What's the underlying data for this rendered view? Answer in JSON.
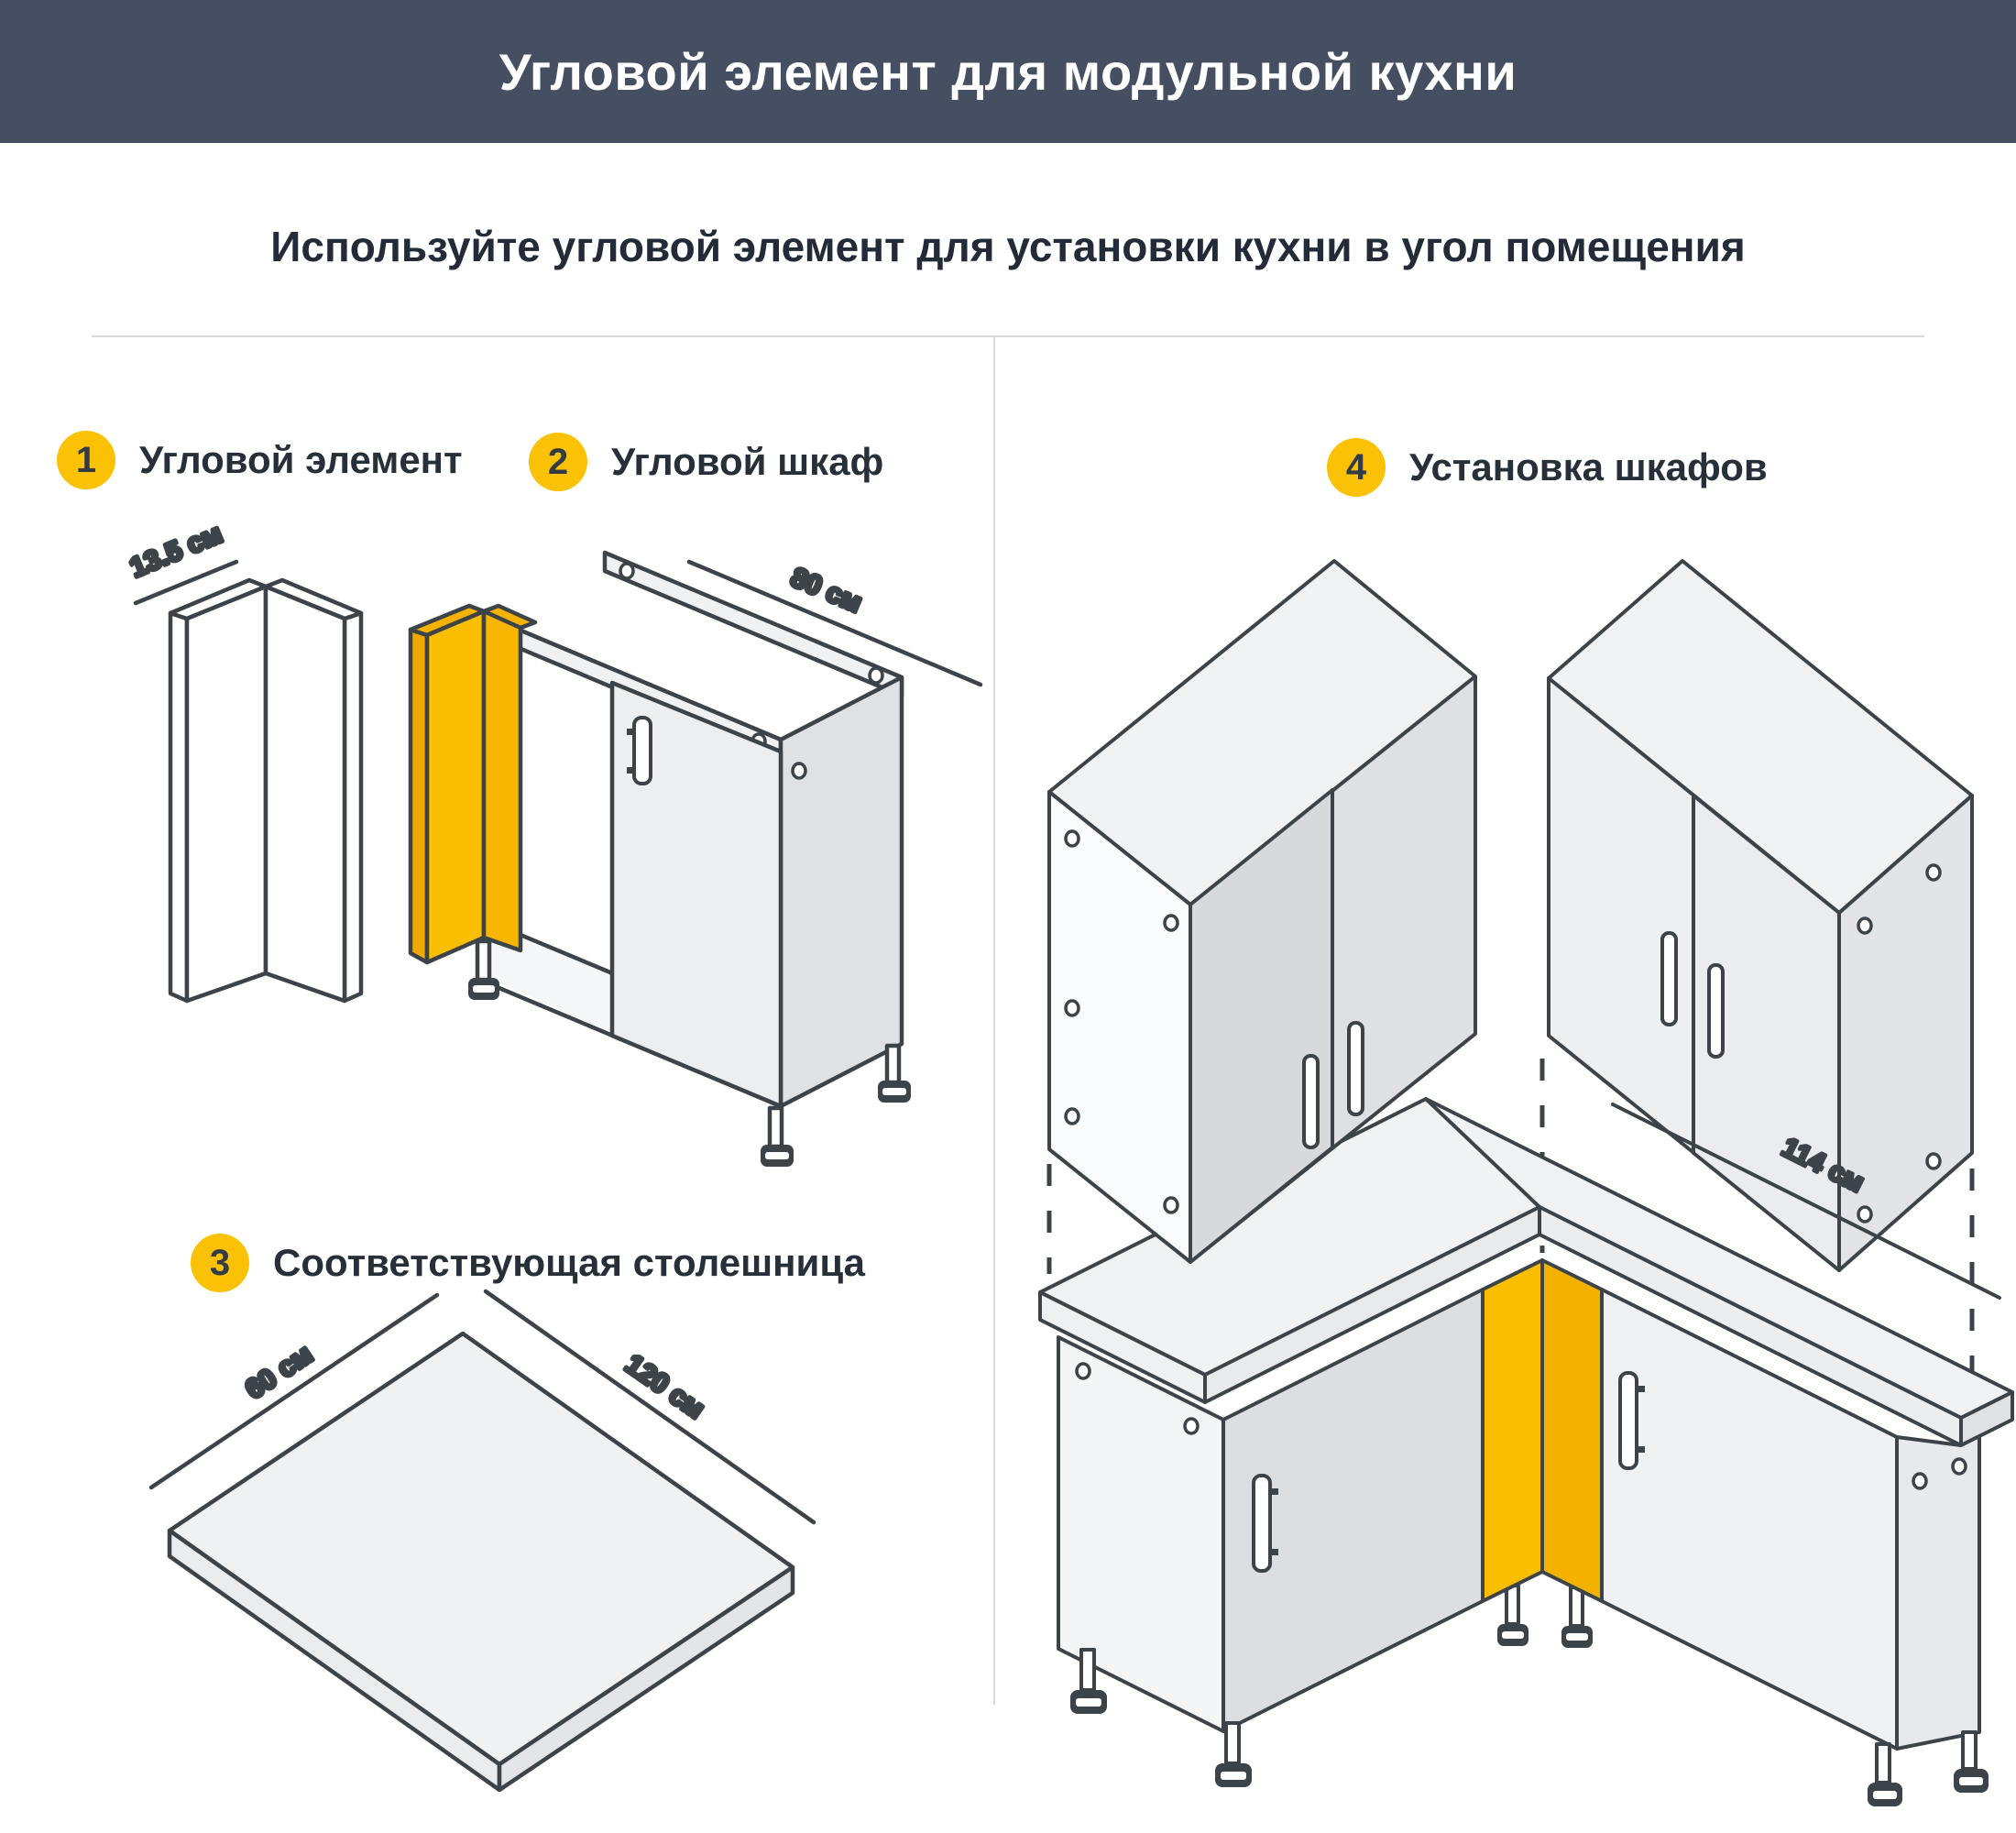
{
  "header": {
    "title": "Угловой элемент для модульной кухни",
    "bg_color": "#464F62"
  },
  "subtitle": "Используйте угловой элемент для установки кухни в угол помещения",
  "accent_color": "#FBC105",
  "line_color": "#3C4349",
  "steps": [
    {
      "number": "1",
      "label": "Угловой элемент",
      "dimension": "13.5 см"
    },
    {
      "number": "2",
      "label": "Угловой шкаф",
      "dimension": "80 см"
    },
    {
      "number": "3",
      "label": "Соответствующая столешница",
      "dimension_depth": "60 см",
      "dimension_length": "120 см"
    },
    {
      "number": "4",
      "label": "Установка шкафов",
      "dimension": "114 см"
    }
  ]
}
